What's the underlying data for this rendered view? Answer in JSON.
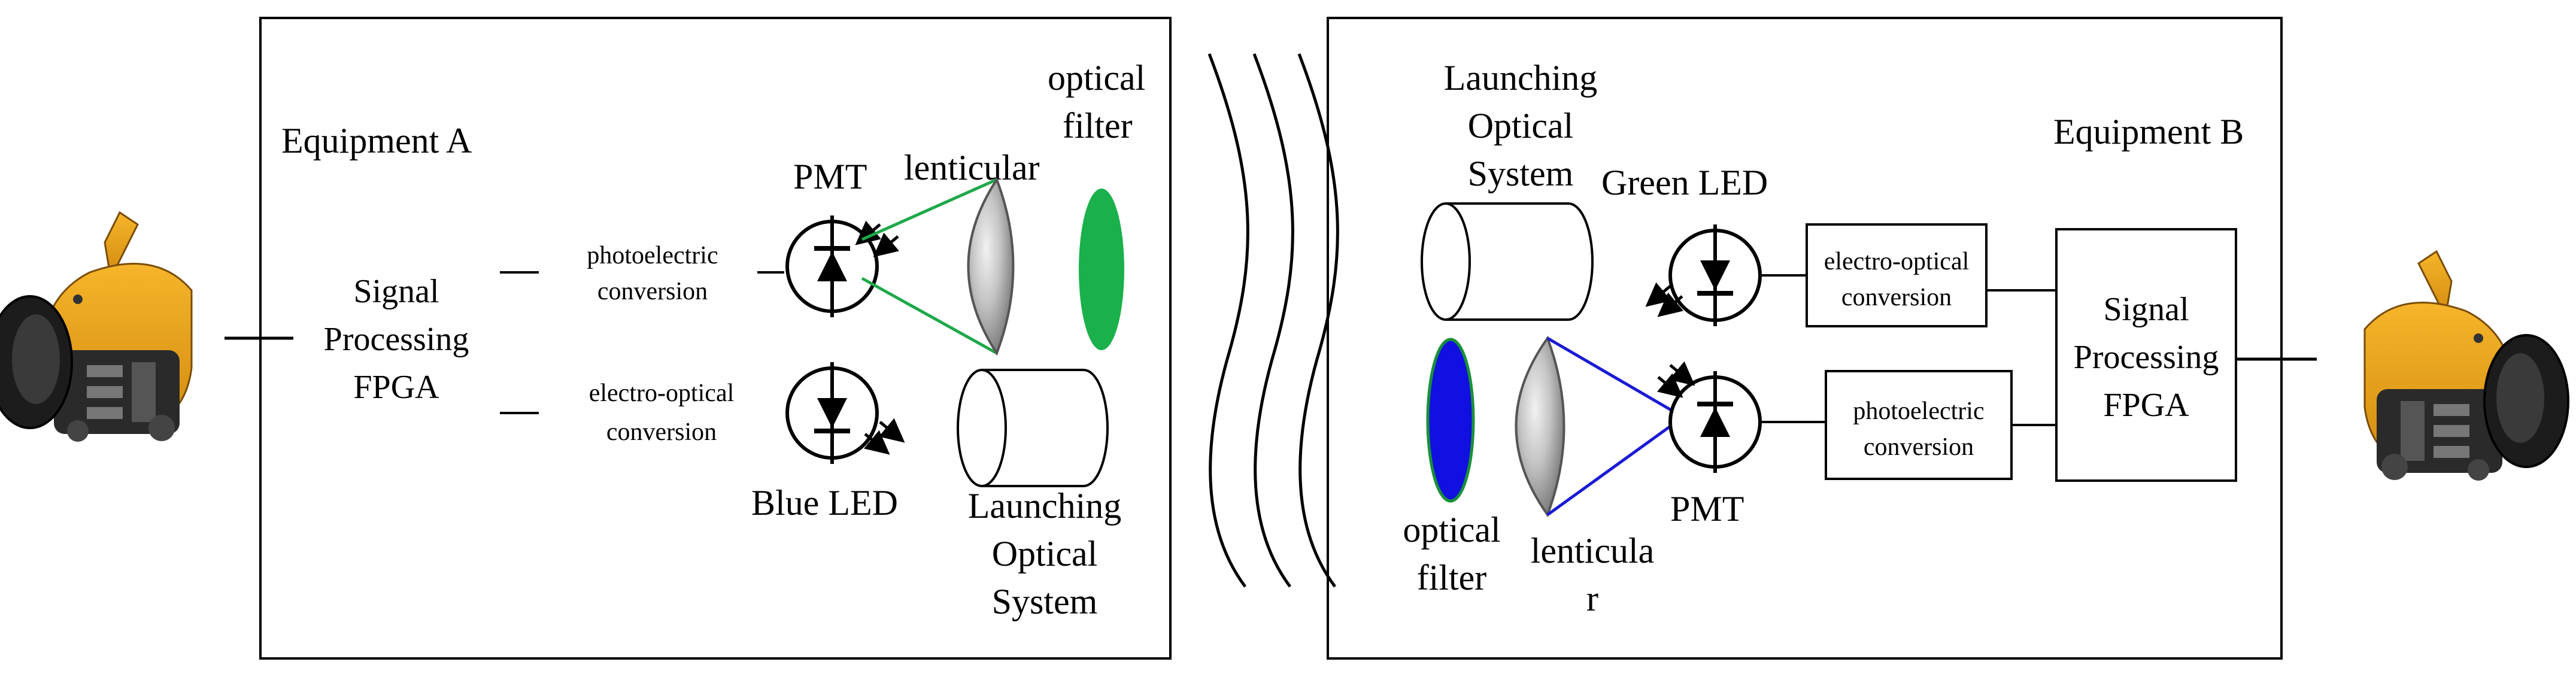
{
  "equipment_a": {
    "title": "Equipment A",
    "signal_processing": [
      "Signal",
      "Processing",
      "FPGA"
    ],
    "photoelectric_conversion": [
      "photoelectric",
      "conversion"
    ],
    "electro_optical_conversion": [
      "electro-optical",
      "conversion"
    ],
    "pmt_label": "PMT",
    "lenticular_label": "lenticular",
    "optical_filter_label": [
      "optical",
      "filter"
    ],
    "led_label": "Blue LED",
    "launching_optical_system": [
      "Launching",
      "Optical",
      "System"
    ]
  },
  "equipment_b": {
    "title": "Equipment B",
    "launching_optical_system": [
      "Launching",
      "Optical",
      "System"
    ],
    "led_label": "Green LED",
    "electro_optical_conversion": [
      "electro-optical",
      "conversion"
    ],
    "photoelectric_conversion": [
      "photoelectric",
      "conversion"
    ],
    "signal_processing": [
      "Signal",
      "Processing",
      "FPGA"
    ],
    "optical_filter_label": [
      "optical",
      "filter"
    ],
    "lenticular_label": [
      "lenticula",
      "r"
    ],
    "pmt_label": "PMT"
  },
  "colors": {
    "green_beam": "#1ea84a",
    "green_filter": "#1ab04b",
    "blue_beam": "#1a1ad6",
    "blue_filter": "#1010e0",
    "robot_orange": "#e8a019",
    "robot_dark": "#222222"
  },
  "icons": [
    "robot-fish-icon",
    "photodiode-icon",
    "led-icon",
    "lens-icon",
    "optical-filter-icon",
    "cylinder-icon",
    "water-wave-icon"
  ]
}
